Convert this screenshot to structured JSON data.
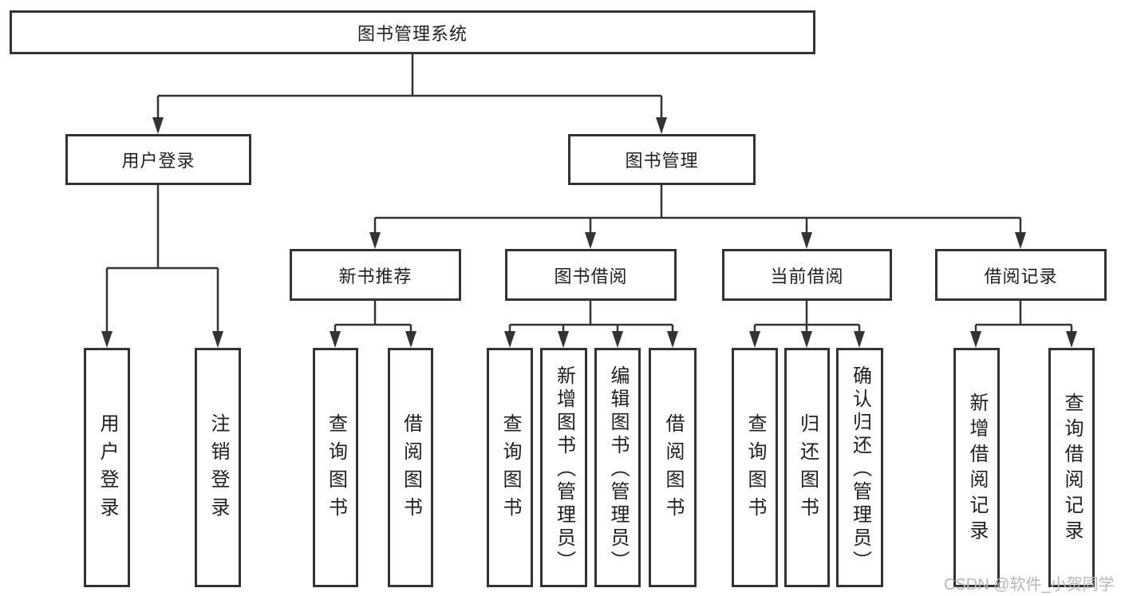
{
  "diagram": {
    "root": {
      "label": "图书管理系统"
    },
    "level2": [
      {
        "label": "用户登录"
      },
      {
        "label": "图书管理"
      }
    ],
    "level3": [
      {
        "label": "新书推荐"
      },
      {
        "label": "图书借阅"
      },
      {
        "label": "当前借阅"
      },
      {
        "label": "借阅记录"
      }
    ],
    "leaves": {
      "user_login": [
        {
          "label": "用户登录"
        },
        {
          "label": "注销登录"
        }
      ],
      "new_book": [
        {
          "label": "查询图书"
        },
        {
          "label": "借阅图书"
        }
      ],
      "book_borrow": [
        {
          "label": "查询图书"
        },
        {
          "label": "新增图书（管理员）"
        },
        {
          "label": "编辑图书（管理员）"
        },
        {
          "label": "借阅图书"
        }
      ],
      "current_borrow": [
        {
          "label": "查询图书"
        },
        {
          "label": "归还图书"
        },
        {
          "label": "确认归还（管理员）"
        }
      ],
      "records": [
        {
          "label": "新增借阅记录"
        },
        {
          "label": "查询借阅记录"
        }
      ]
    }
  },
  "watermark": {
    "text": "CSDN @软件_小贺同学"
  },
  "colors": {
    "line": "#333333",
    "text": "#1f1f1f",
    "background": "#ffffff",
    "watermark": "#b7b7b7"
  }
}
